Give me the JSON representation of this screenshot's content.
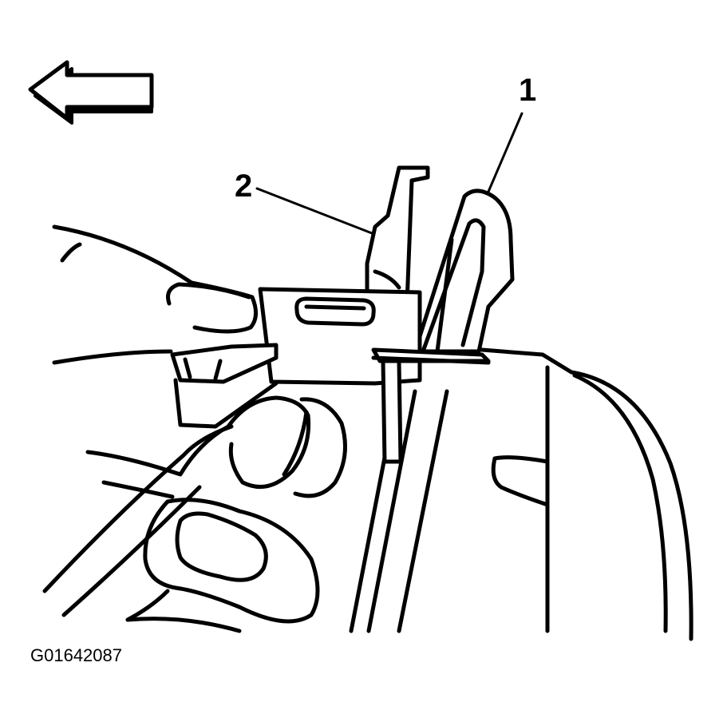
{
  "callouts": [
    {
      "label": "1"
    },
    {
      "label": "2"
    }
  ],
  "figure_id": "G01642087",
  "direction_arrow_icon": "arrow-left-icon"
}
